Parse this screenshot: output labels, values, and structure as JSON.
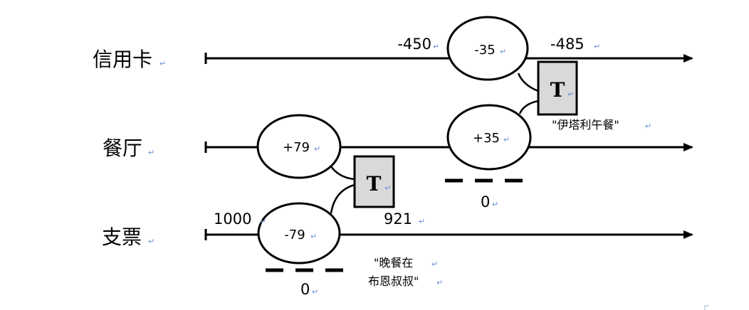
{
  "accounts": {
    "credit_card": "信用卡",
    "restaurant": "餐厅",
    "check": "支票"
  },
  "balances": {
    "credit_card_before": "-450",
    "credit_card_after": "-485",
    "check_before": "1000",
    "check_after": "921"
  },
  "entries": {
    "credit_card_entry": "-35",
    "restaurant_lunch": "+35",
    "restaurant_dinner": "+79",
    "check_entry": "-79"
  },
  "transactions": {
    "lunch_marker": "T",
    "dinner_marker": "T"
  },
  "descriptions": {
    "lunch_desc": "\"伊塔利午餐\"",
    "dinner_desc_line1": "\"晚餐在",
    "dinner_desc_line2": "布恩叔叔\""
  },
  "zeros": {
    "restaurant_zero": "0",
    "check_zero": "0"
  },
  "return_mark": "↵"
}
